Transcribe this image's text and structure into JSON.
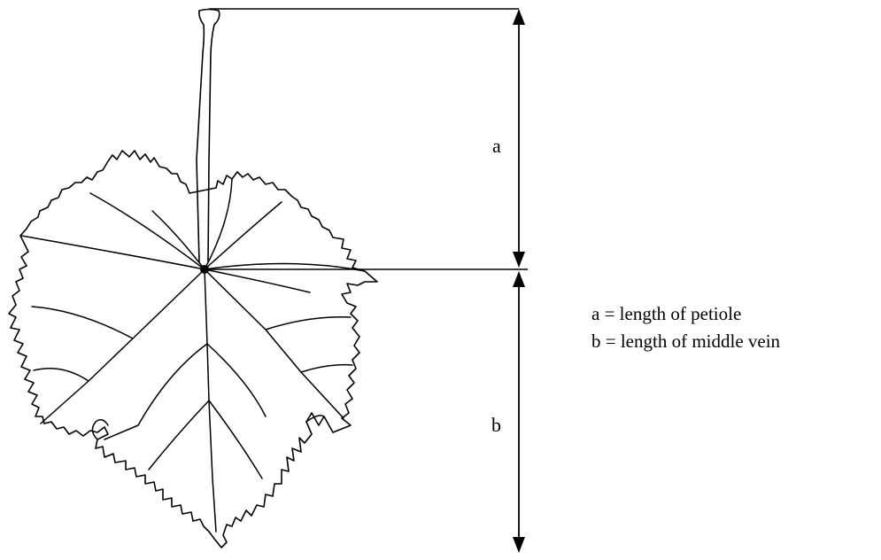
{
  "diagram": {
    "measure_a_label": "a",
    "measure_b_label": "b",
    "legend": [
      "a = length of petiole",
      "b = length of middle vein"
    ]
  }
}
